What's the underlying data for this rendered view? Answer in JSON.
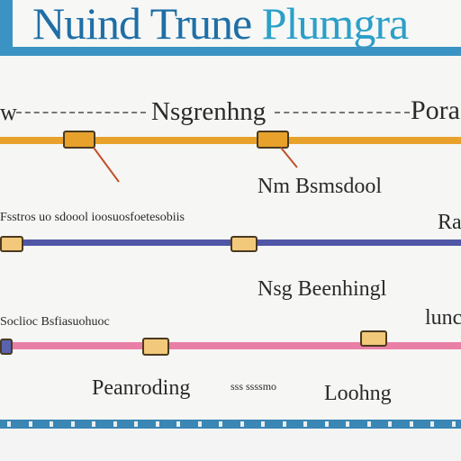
{
  "header": {
    "title_part1": "Nuind Trune",
    "title_part2": " Plumgra",
    "title_color1": "#1f6fa6",
    "title_color2": "#2c9fc9"
  },
  "rows": [
    {
      "left_label": "w",
      "center_label": "Nsgrenhng",
      "right_label": "Pora",
      "sub_label": "Nm Bsmsdool",
      "bar_color": "#e8a22c"
    },
    {
      "left_label": "Fsstros uo sdoool  ioosuosfoetesobiis",
      "right_label": "Ra",
      "sub_label": "Nsg Beenhingl",
      "bar_color": "#4f56a6"
    },
    {
      "left_label": "Soclioc  Bsfiasuohuoc",
      "right_label": "lunc",
      "sub_label_left": "Peanroding",
      "sub_label_mid": "sss  ssssmo",
      "sub_label_right": "Loohng",
      "bar_color": "#e97fa6"
    }
  ]
}
